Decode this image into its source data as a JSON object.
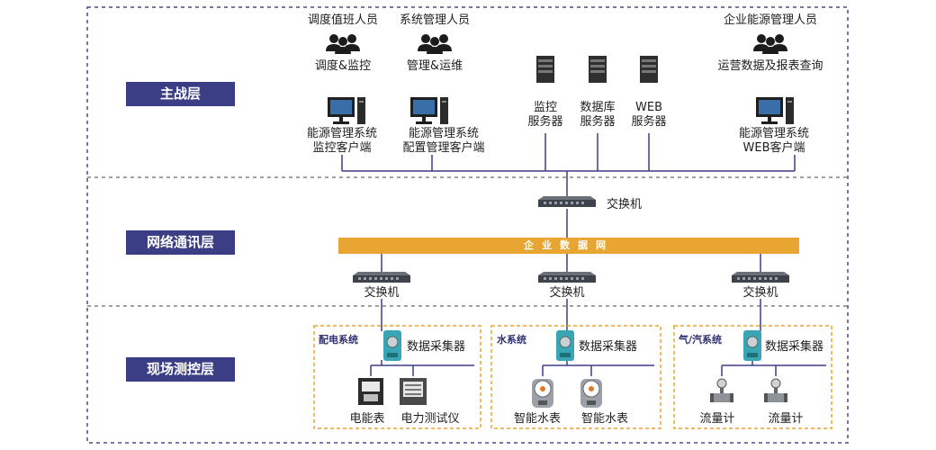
{
  "layers": {
    "main": "主战层",
    "network": "网络通讯层",
    "field": "现场测控层"
  },
  "personnel": {
    "dispatch": "调度值班人员",
    "dispatch_task": "调度&监控",
    "sysadmin": "系统管理人员",
    "sysadmin_task": "管理&运维",
    "enterprise": "企业能源管理人员",
    "enterprise_task": "运营数据及报表查询"
  },
  "clients": {
    "monitor_l1": "能源管理系统",
    "monitor_l2": "监控客户端",
    "config_l1": "能源管理系统",
    "config_l2": "配置管理客户端",
    "web_l1": "能源管理系统",
    "web_l2": "WEB客户端"
  },
  "servers": {
    "monitor_l1": "监控",
    "monitor_l2": "服务器",
    "db_l1": "数据库",
    "db_l2": "服务器",
    "web_l1": "WEB",
    "web_l2": "服务器"
  },
  "network": {
    "core_switch": "交换机",
    "bus": "企业数据网",
    "switch_left": "交换机",
    "switch_mid": "交换机",
    "switch_right": "交换机"
  },
  "systems": {
    "power": "配电系统",
    "water": "水系统",
    "gas": "气/汽系统",
    "collector": "数据采集器"
  },
  "devices": {
    "power_meter": "电能表",
    "power_tester": "电力测试仪",
    "water_meter_1": "智能水表",
    "water_meter_2": "智能水表",
    "flow_meter_1": "流量计",
    "flow_meter_2": "流量计"
  },
  "colors": {
    "layer_label_bg": "#3b3e84",
    "bus": "#e8a531",
    "frame": "#4a4a8e",
    "subsystem_border": "#e8a531",
    "collector": "#3aa6b4"
  }
}
